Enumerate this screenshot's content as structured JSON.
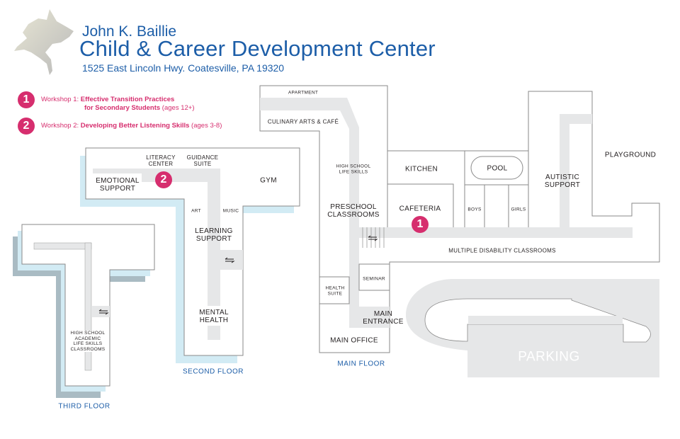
{
  "header": {
    "logo_icon": "husky-logo-icon",
    "name": "John K. Baillie",
    "title": "Child & Career Development Center",
    "address": "1525 East Lincoln Hwy.  Coatesville, PA 19320"
  },
  "colors": {
    "brand_blue": "#1d5ea8",
    "marker_pink": "#d62e6e",
    "corridor": "#e6e7e8",
    "shadow_blue": "#d2ebf4",
    "shadow_gray": "#a9bbc3"
  },
  "legend": [
    {
      "number": "1",
      "prefix": "Workshop 1: ",
      "title_line1": "Effective Transition Practices",
      "title_line2": "for Secondary Students",
      "ages": " (ages 12+)"
    },
    {
      "number": "2",
      "prefix": "Workshop 2: ",
      "title_line1": "Developing Better Listening Skills",
      "ages": " (ages 3-8)"
    }
  ],
  "main_floor": {
    "label": "MAIN FLOOR",
    "rooms": {
      "apartment": "APARTMENT",
      "culinary": "CULINARY ARTS & CAFÉ",
      "hs_life_skills": "HIGH SCHOOL\nLIFE SKILLS",
      "preschool": "PRESCHOOL\nCLASSROOMS",
      "kitchen": "KITCHEN",
      "cafeteria": "CAFETERIA",
      "pool": "POOL",
      "boys": "BOYS",
      "girls": "GIRLS",
      "autistic": "AUTISTIC\nSUPPORT",
      "playground": "PLAYGROUND",
      "multiple": "MULTIPLE DISABILITY CLASSROOMS",
      "seminar": "SEMINAR",
      "health": "HEALTH\nSUITE",
      "entrance": "MAIN\nENTRANCE",
      "office": "MAIN OFFICE",
      "parking": "PARKING"
    },
    "marker": "1"
  },
  "second_floor": {
    "label": "SECOND FLOOR",
    "rooms": {
      "literacy": "LITERACY\nCENTER",
      "guidance": "GUIDANCE\nSUITE",
      "emotional": "EMOTIONAL\nSUPPORT",
      "gym": "GYM",
      "art": "ART",
      "music": "MUSIC",
      "learning": "LEARNING\nSUPPORT",
      "mental": "MENTAL\nHEALTH"
    },
    "marker": "2"
  },
  "third_floor": {
    "label": "THIRD FLOOR",
    "rooms": {
      "hs_academic": "HIGH SCHOOL\nACADEMIC\nLIFE SKILLS\nCLASSROOMS"
    }
  }
}
